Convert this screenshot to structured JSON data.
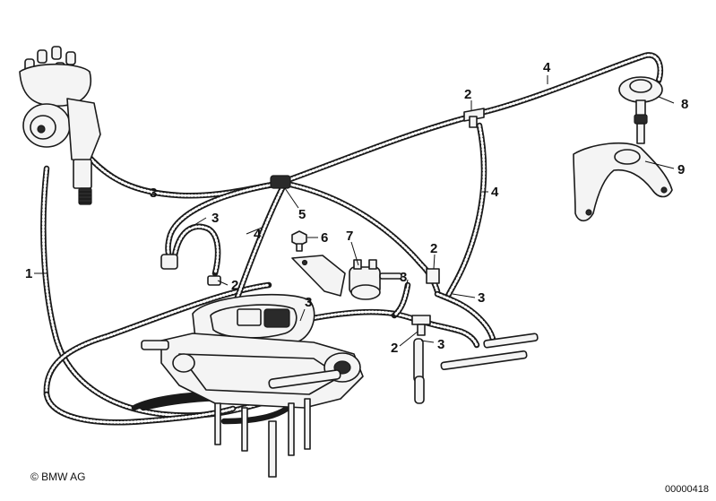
{
  "callouts": {
    "c1": "1",
    "c2a": "2",
    "c2b": "2",
    "c2c": "2",
    "c2d": "2",
    "c3a": "3",
    "c3b": "3",
    "c3c": "3",
    "c3d": "3",
    "c3e": "3",
    "c3f": "3",
    "c4a": "4",
    "c4b": "4",
    "c4c": "4",
    "c5": "5",
    "c6": "6",
    "c7": "7",
    "c8": "8",
    "c9": "9"
  },
  "footer": {
    "copyright": "© BMW AG",
    "doc_id": "00000418"
  }
}
